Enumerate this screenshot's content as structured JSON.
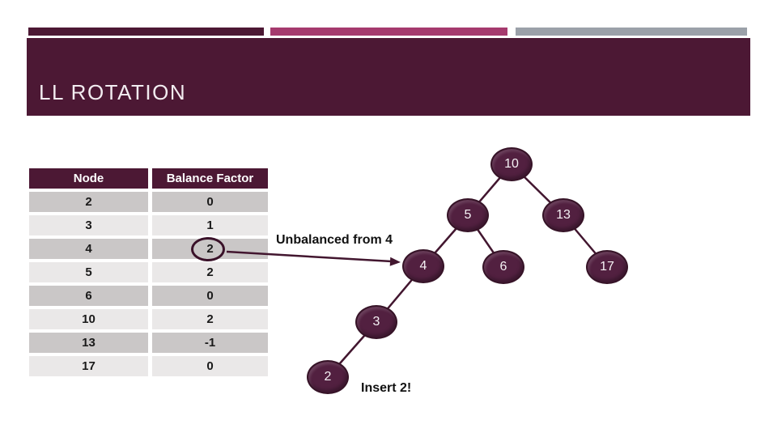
{
  "slide": {
    "title": "LL ROTATION"
  },
  "table": {
    "headers": [
      "Node",
      "Balance Factor"
    ],
    "rows": [
      {
        "node": "2",
        "bf": "0"
      },
      {
        "node": "3",
        "bf": "1"
      },
      {
        "node": "4",
        "bf": "2"
      },
      {
        "node": "5",
        "bf": "2"
      },
      {
        "node": "6",
        "bf": "0"
      },
      {
        "node": "10",
        "bf": "2"
      },
      {
        "node": "13",
        "bf": "-1"
      },
      {
        "node": "17",
        "bf": "0"
      }
    ]
  },
  "annotations": {
    "unbalanced": "Unbalanced from 4",
    "insert": "Insert 2!"
  },
  "tree": {
    "nodes": [
      {
        "label": "10"
      },
      {
        "label": "5"
      },
      {
        "label": "13"
      },
      {
        "label": "4"
      },
      {
        "label": "6"
      },
      {
        "label": "17"
      },
      {
        "label": "3"
      },
      {
        "label": "2"
      }
    ],
    "edges": [
      [
        "10",
        "5"
      ],
      [
        "10",
        "13"
      ],
      [
        "5",
        "4"
      ],
      [
        "5",
        "6"
      ],
      [
        "13",
        "17"
      ],
      [
        "4",
        "3"
      ],
      [
        "3",
        "2"
      ]
    ]
  },
  "colors": {
    "maroon": "#4c1834",
    "pink_accent": "#a53a6e",
    "gray_accent": "#9ba1a9",
    "node_fill": "#522040",
    "edge_line": "#42162f",
    "row_dark": "#cac7c7",
    "row_light": "#eae8e8",
    "title_text": "#f2ecf0"
  }
}
